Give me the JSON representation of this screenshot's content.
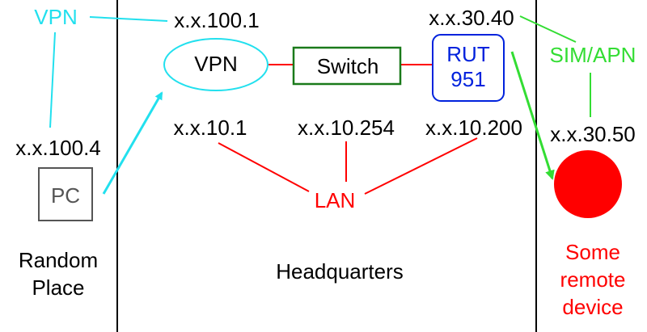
{
  "zones": {
    "random_place": "Random\nPlace",
    "headquarters": "Headquarters",
    "remote_device": "Some\nremote\ndevice"
  },
  "nodes": {
    "vpn_remote_label": "VPN",
    "vpn_server": "VPN",
    "switch": "Switch",
    "router": "RUT\n951",
    "sim_apn": "SIM/APN",
    "pc": "PC",
    "lan": "LAN"
  },
  "addresses": {
    "vpn_server": "x.x.100.1",
    "pc_vpn": "x.x.100.4",
    "router_wan": "x.x.30.40",
    "remote_device": "x.x.30.50",
    "vpn_lan": "x.x.10.1",
    "switch_lan": "x.x.10.254",
    "router_lan": "x.x.10.200"
  },
  "colors": {
    "vpn": "#22e0ee",
    "sim": "#33dd33",
    "lan": "#ff0000",
    "router": "#0022dd",
    "switch": "#1a7a1a",
    "remote_device": "#ff0000",
    "pc_border": "#555555",
    "divider": "#000000"
  }
}
